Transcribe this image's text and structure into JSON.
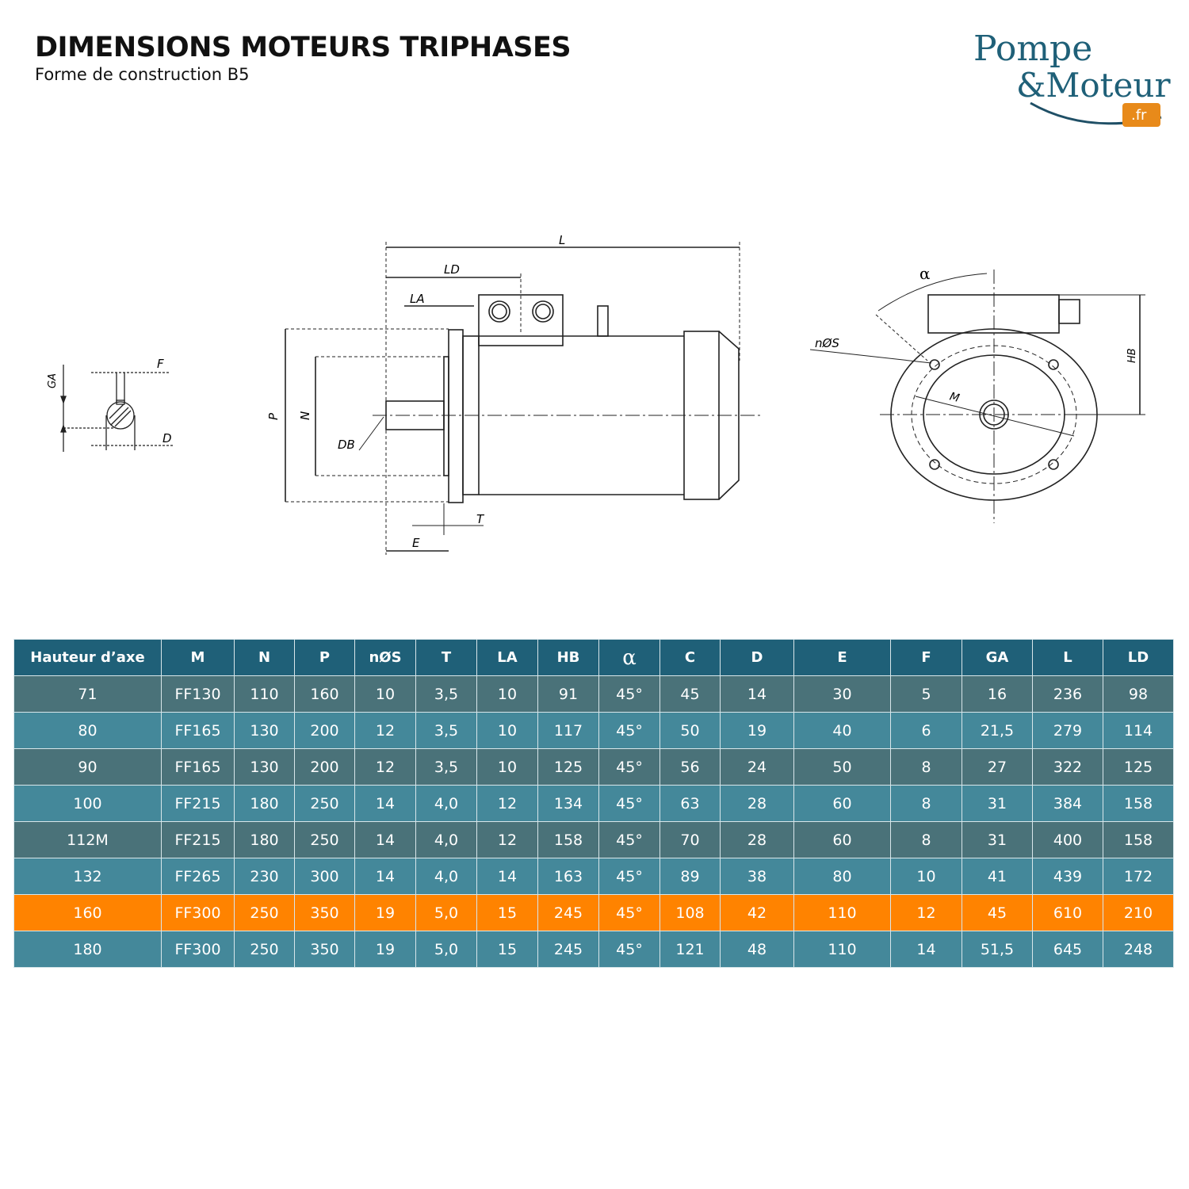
{
  "header": {
    "title": "DIMENSIONS MOTEURS TRIPHASES",
    "subtitle": "Forme de construction B5"
  },
  "logo": {
    "line1": "Pompe",
    "line2": "&Moteur",
    "badge": ".fr",
    "colors": {
      "text": "#1f6078",
      "badge": "#e88a1a"
    }
  },
  "drawings": {
    "shaft_section": {
      "labels": [
        "GA",
        "F",
        "D"
      ]
    },
    "side_view": {
      "labels": [
        "L",
        "LD",
        "LA",
        "P",
        "N",
        "DB",
        "T",
        "E"
      ]
    },
    "front_view": {
      "labels": [
        "α",
        "nØS",
        "M",
        "HB"
      ]
    }
  },
  "table": {
    "colors": {
      "header": "#1f6078",
      "row_dark": "#4a7279",
      "row_light": "#44889a",
      "row_highlight": "#ff8300",
      "text": "#ffffff"
    },
    "columns": [
      "Hauteur d’axe",
      "M",
      "N",
      "P",
      "nØS",
      "T",
      "LA",
      "HB",
      "α",
      "C",
      "D",
      "E",
      "F",
      "GA",
      "L",
      "LD"
    ],
    "rows": [
      {
        "style": "dark",
        "cells": [
          "71",
          "FF130",
          "110",
          "160",
          "10",
          "3,5",
          "10",
          "91",
          "45°",
          "45",
          "14",
          "30",
          "5",
          "16",
          "236",
          "98"
        ]
      },
      {
        "style": "light",
        "cells": [
          "80",
          "FF165",
          "130",
          "200",
          "12",
          "3,5",
          "10",
          "117",
          "45°",
          "50",
          "19",
          "40",
          "6",
          "21,5",
          "279",
          "114"
        ]
      },
      {
        "style": "dark",
        "cells": [
          "90",
          "FF165",
          "130",
          "200",
          "12",
          "3,5",
          "10",
          "125",
          "45°",
          "56",
          "24",
          "50",
          "8",
          "27",
          "322",
          "125"
        ]
      },
      {
        "style": "light",
        "cells": [
          "100",
          "FF215",
          "180",
          "250",
          "14",
          "4,0",
          "12",
          "134",
          "45°",
          "63",
          "28",
          "60",
          "8",
          "31",
          "384",
          "158"
        ]
      },
      {
        "style": "dark",
        "cells": [
          "112M",
          "FF215",
          "180",
          "250",
          "14",
          "4,0",
          "12",
          "158",
          "45°",
          "70",
          "28",
          "60",
          "8",
          "31",
          "400",
          "158"
        ]
      },
      {
        "style": "light",
        "cells": [
          "132",
          "FF265",
          "230",
          "300",
          "14",
          "4,0",
          "14",
          "163",
          "45°",
          "89",
          "38",
          "80",
          "10",
          "41",
          "439",
          "172"
        ]
      },
      {
        "style": "hl",
        "cells": [
          "160",
          "FF300",
          "250",
          "350",
          "19",
          "5,0",
          "15",
          "245",
          "45°",
          "108",
          "42",
          "110",
          "12",
          "45",
          "610",
          "210"
        ]
      },
      {
        "style": "light",
        "cells": [
          "180",
          "FF300",
          "250",
          "350",
          "19",
          "5,0",
          "15",
          "245",
          "45°",
          "121",
          "48",
          "110",
          "14",
          "51,5",
          "645",
          "248"
        ]
      }
    ]
  }
}
